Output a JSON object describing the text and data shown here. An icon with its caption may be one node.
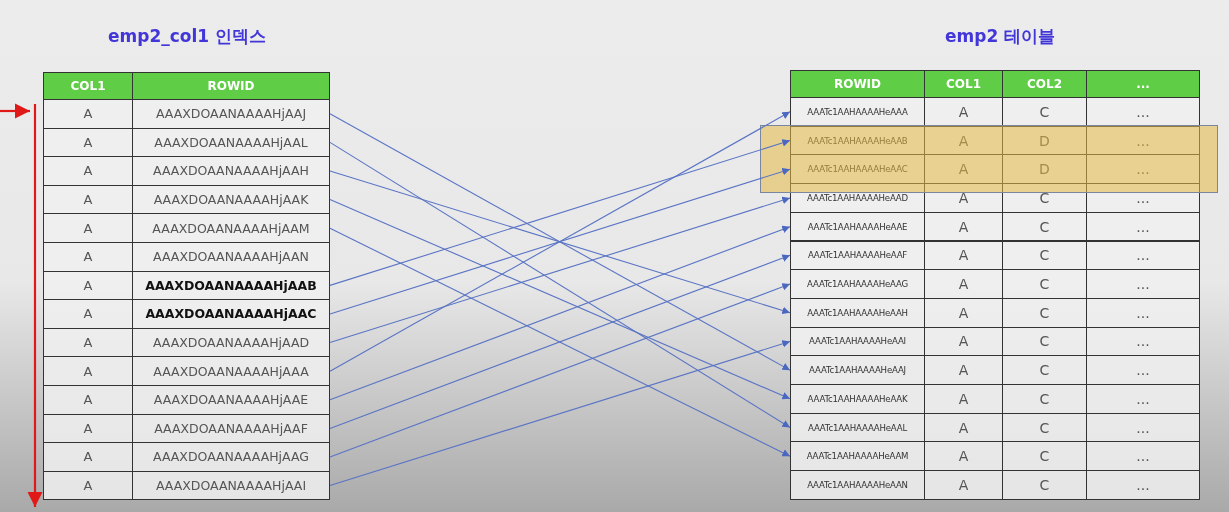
{
  "diagram": {
    "nodes": [
      {
        "text": [
          "emp2_col1 인덱스"
        ]
      },
      {
        "text": [
          "AAAXDOAANAAAAHjAAJ"
        ],
        "in": 0
      },
      {
        "text": [
          "AAAXDOAANAAAAHjAAL"
        ],
        "in": 0
      },
      {
        "text": [
          "AAAXDOAANAAAAHjAAH"
        ],
        "in": 0
      },
      {
        "text": [
          "AAAXDOAANAAAAHjAAK"
        ],
        "in": 0
      },
      {
        "text": [
          "AAAXDOAANAAAAHjAAM"
        ],
        "in": 0
      },
      {
        "text": [
          "AAAXDOAANAAAAHjAAN"
        ],
        "in": 0
      },
      {
        "text": [
          "AAAXDOAANAAAAHjAAB"
        ],
        "in": 0
      },
      {
        "text": [
          "AAAXDOAANAAAAHjAAC"
        ],
        "in": 0
      },
      {
        "text": [
          "AAAXDOAANAAAAHjAAD"
        ],
        "in": 0
      },
      {
        "text": [
          "AAAXDOAANAAAAHjAAA"
        ],
        "in": 0
      },
      {
        "text": [
          "AAAXDOAANAAAAHjAAE"
        ],
        "in": 0
      },
      {
        "text": [
          "AAAXDOAANAAAAHjAAF"
        ],
        "in": 0
      },
      {
        "text": [
          "AAAXDOAANAAAAHjAAG"
        ],
        "in": 0
      },
      {
        "text": [
          "AAAXDOAANAAAAHjAAI"
        ],
        "in": 0
      },
      {
        "text": [
          "emp2 테이블"
        ]
      },
      {
        "text": [
          "AAATc1AAHAAAAHeAAA"
        ],
        "in": 15
      },
      {
        "text": [
          "AAATc1AAHAAAAHeAAB"
        ],
        "in": 15
      },
      {
        "text": [
          "AAATc1AAHAAAAHeAAC"
        ],
        "in": 15
      },
      {
        "text": [
          "AAATc1AAHAAAAHeAAD"
        ],
        "in": 15
      },
      {
        "text": [
          "AAATc1AAHAAAAHeAAE"
        ],
        "in": 15
      },
      {
        "text": [
          "AAATc1AAHAAAAHeAAF"
        ],
        "in": 15
      },
      {
        "text": [
          "AAATc1AAHAAAAHeAAG"
        ],
        "in": 15
      },
      {
        "text": [
          "AAATc1AAHAAAAHeAAH"
        ],
        "in": 15
      },
      {
        "text": [
          "AAATc1AAHAAAAHeAAI"
        ],
        "in": 15
      },
      {
        "text": [
          "AAATc1AAHAAAAHeAAJ"
        ],
        "in": 15
      },
      {
        "text": [
          "AAATc1AAHAAAAHeAAK"
        ],
        "in": 15
      },
      {
        "text": [
          "AAATc1AAHAAAAHeAAL"
        ],
        "in": 15
      },
      {
        "text": [
          "AAATc1AAHAAAAHeAAM"
        ],
        "in": 15
      },
      {
        "text": [
          "AAATc1AAHAAAAHeAAN"
        ],
        "in": 15
      }
    ],
    "edges": [
      {
        "from": 1,
        "to": 25,
        "arrow": "to"
      },
      {
        "from": 2,
        "to": 27,
        "arrow": "to"
      },
      {
        "from": 3,
        "to": 23,
        "arrow": "to"
      },
      {
        "from": 4,
        "to": 26,
        "arrow": "to"
      },
      {
        "from": 5,
        "to": 28,
        "arrow": "to"
      },
      {
        "from": 7,
        "to": 17,
        "arrow": "to"
      },
      {
        "from": 8,
        "to": 18,
        "arrow": "to"
      },
      {
        "from": 9,
        "to": 19,
        "arrow": "to"
      },
      {
        "from": 10,
        "to": 16,
        "arrow": "to"
      },
      {
        "from": 11,
        "to": 20,
        "arrow": "to"
      },
      {
        "from": 12,
        "to": 21,
        "arrow": "to"
      },
      {
        "from": 13,
        "to": 22,
        "arrow": "to"
      },
      {
        "from": 14,
        "to": 24,
        "arrow": "to"
      }
    ],
    "labels": [
      "COL1",
      "ROWID",
      "A",
      "A",
      "A",
      "A",
      "A",
      "A",
      "A",
      "A",
      "A",
      "A",
      "A",
      "A",
      "A",
      "A",
      "ROWID",
      "COL1",
      "COL2",
      "...",
      "A",
      "C",
      "...",
      "A",
      "D",
      "...",
      "A",
      "D",
      "...",
      "A",
      "C",
      "...",
      "A",
      "C",
      "...",
      "A",
      "C",
      "...",
      "A",
      "C",
      "...",
      "A",
      "C",
      "...",
      "A",
      "C",
      "...",
      "A",
      "C",
      "...",
      "A",
      "C",
      "...",
      "A",
      "C",
      "...",
      "A",
      "C",
      "...",
      "A",
      "C",
      "..."
    ]
  }
}
